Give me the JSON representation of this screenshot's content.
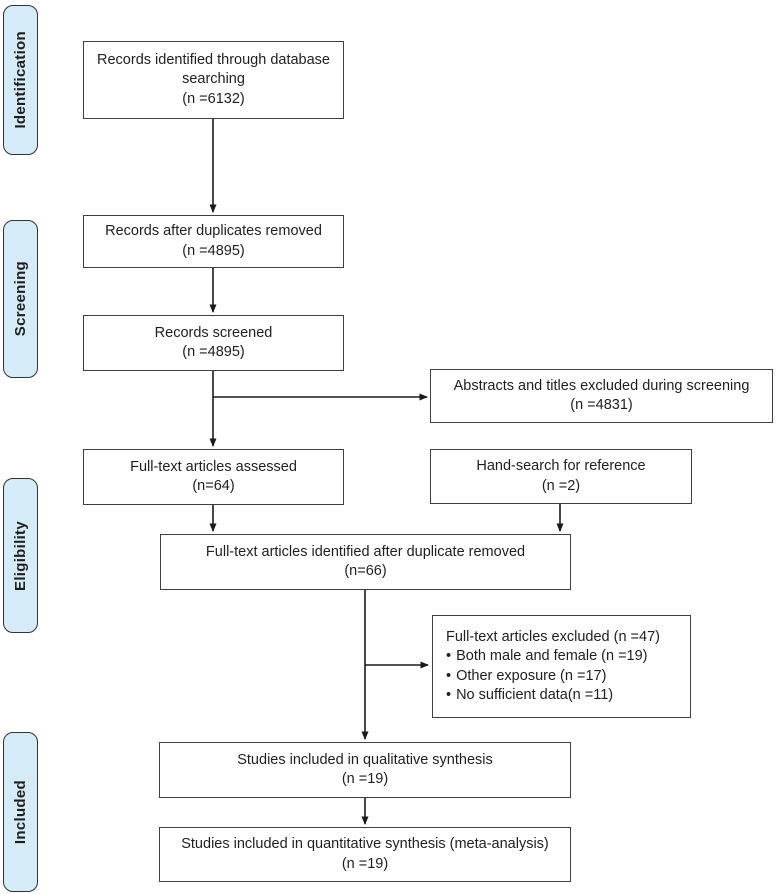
{
  "colors": {
    "stage-fill": "#d5ebf7",
    "stage-border": "#333333",
    "box-border": "#3f3f3f",
    "line": "#1a1a1a"
  },
  "stages": [
    {
      "label": "Identification"
    },
    {
      "label": "Screening"
    },
    {
      "label": "Eligibility"
    },
    {
      "label": "Included"
    }
  ],
  "boxes": {
    "records_identified": {
      "label": "Records identified through database searching",
      "count": "(n =6132)"
    },
    "duplicates_removed": {
      "label": "Records after duplicates removed",
      "count": "(n =4895)"
    },
    "records_screened": {
      "label": "Records screened",
      "count": "(n =4895)"
    },
    "abstracts_excluded": {
      "label": "Abstracts and titles excluded during screening",
      "count": "(n =4831)"
    },
    "fulltext_assessed": {
      "label": "Full-text articles assessed",
      "count": "(n=64)"
    },
    "hand_search": {
      "label": "Hand-search for reference",
      "count": "(n =2)"
    },
    "fulltext_identified": {
      "label": "Full-text articles identified after duplicate removed",
      "count": "(n=66)"
    },
    "fulltext_excluded": {
      "title": "Full-text articles excluded (n =47)",
      "bullets": [
        "Both male and female  (n =19)",
        "Other exposure (n =17)",
        "No sufficient data(n =11)"
      ]
    },
    "qualitative_synthesis": {
      "label": "Studies included in qualitative synthesis",
      "count": "(n =19)"
    },
    "quantitative_synthesis": {
      "label": "Studies included in quantitative synthesis (meta-analysis)",
      "count": "(n =19)"
    }
  }
}
